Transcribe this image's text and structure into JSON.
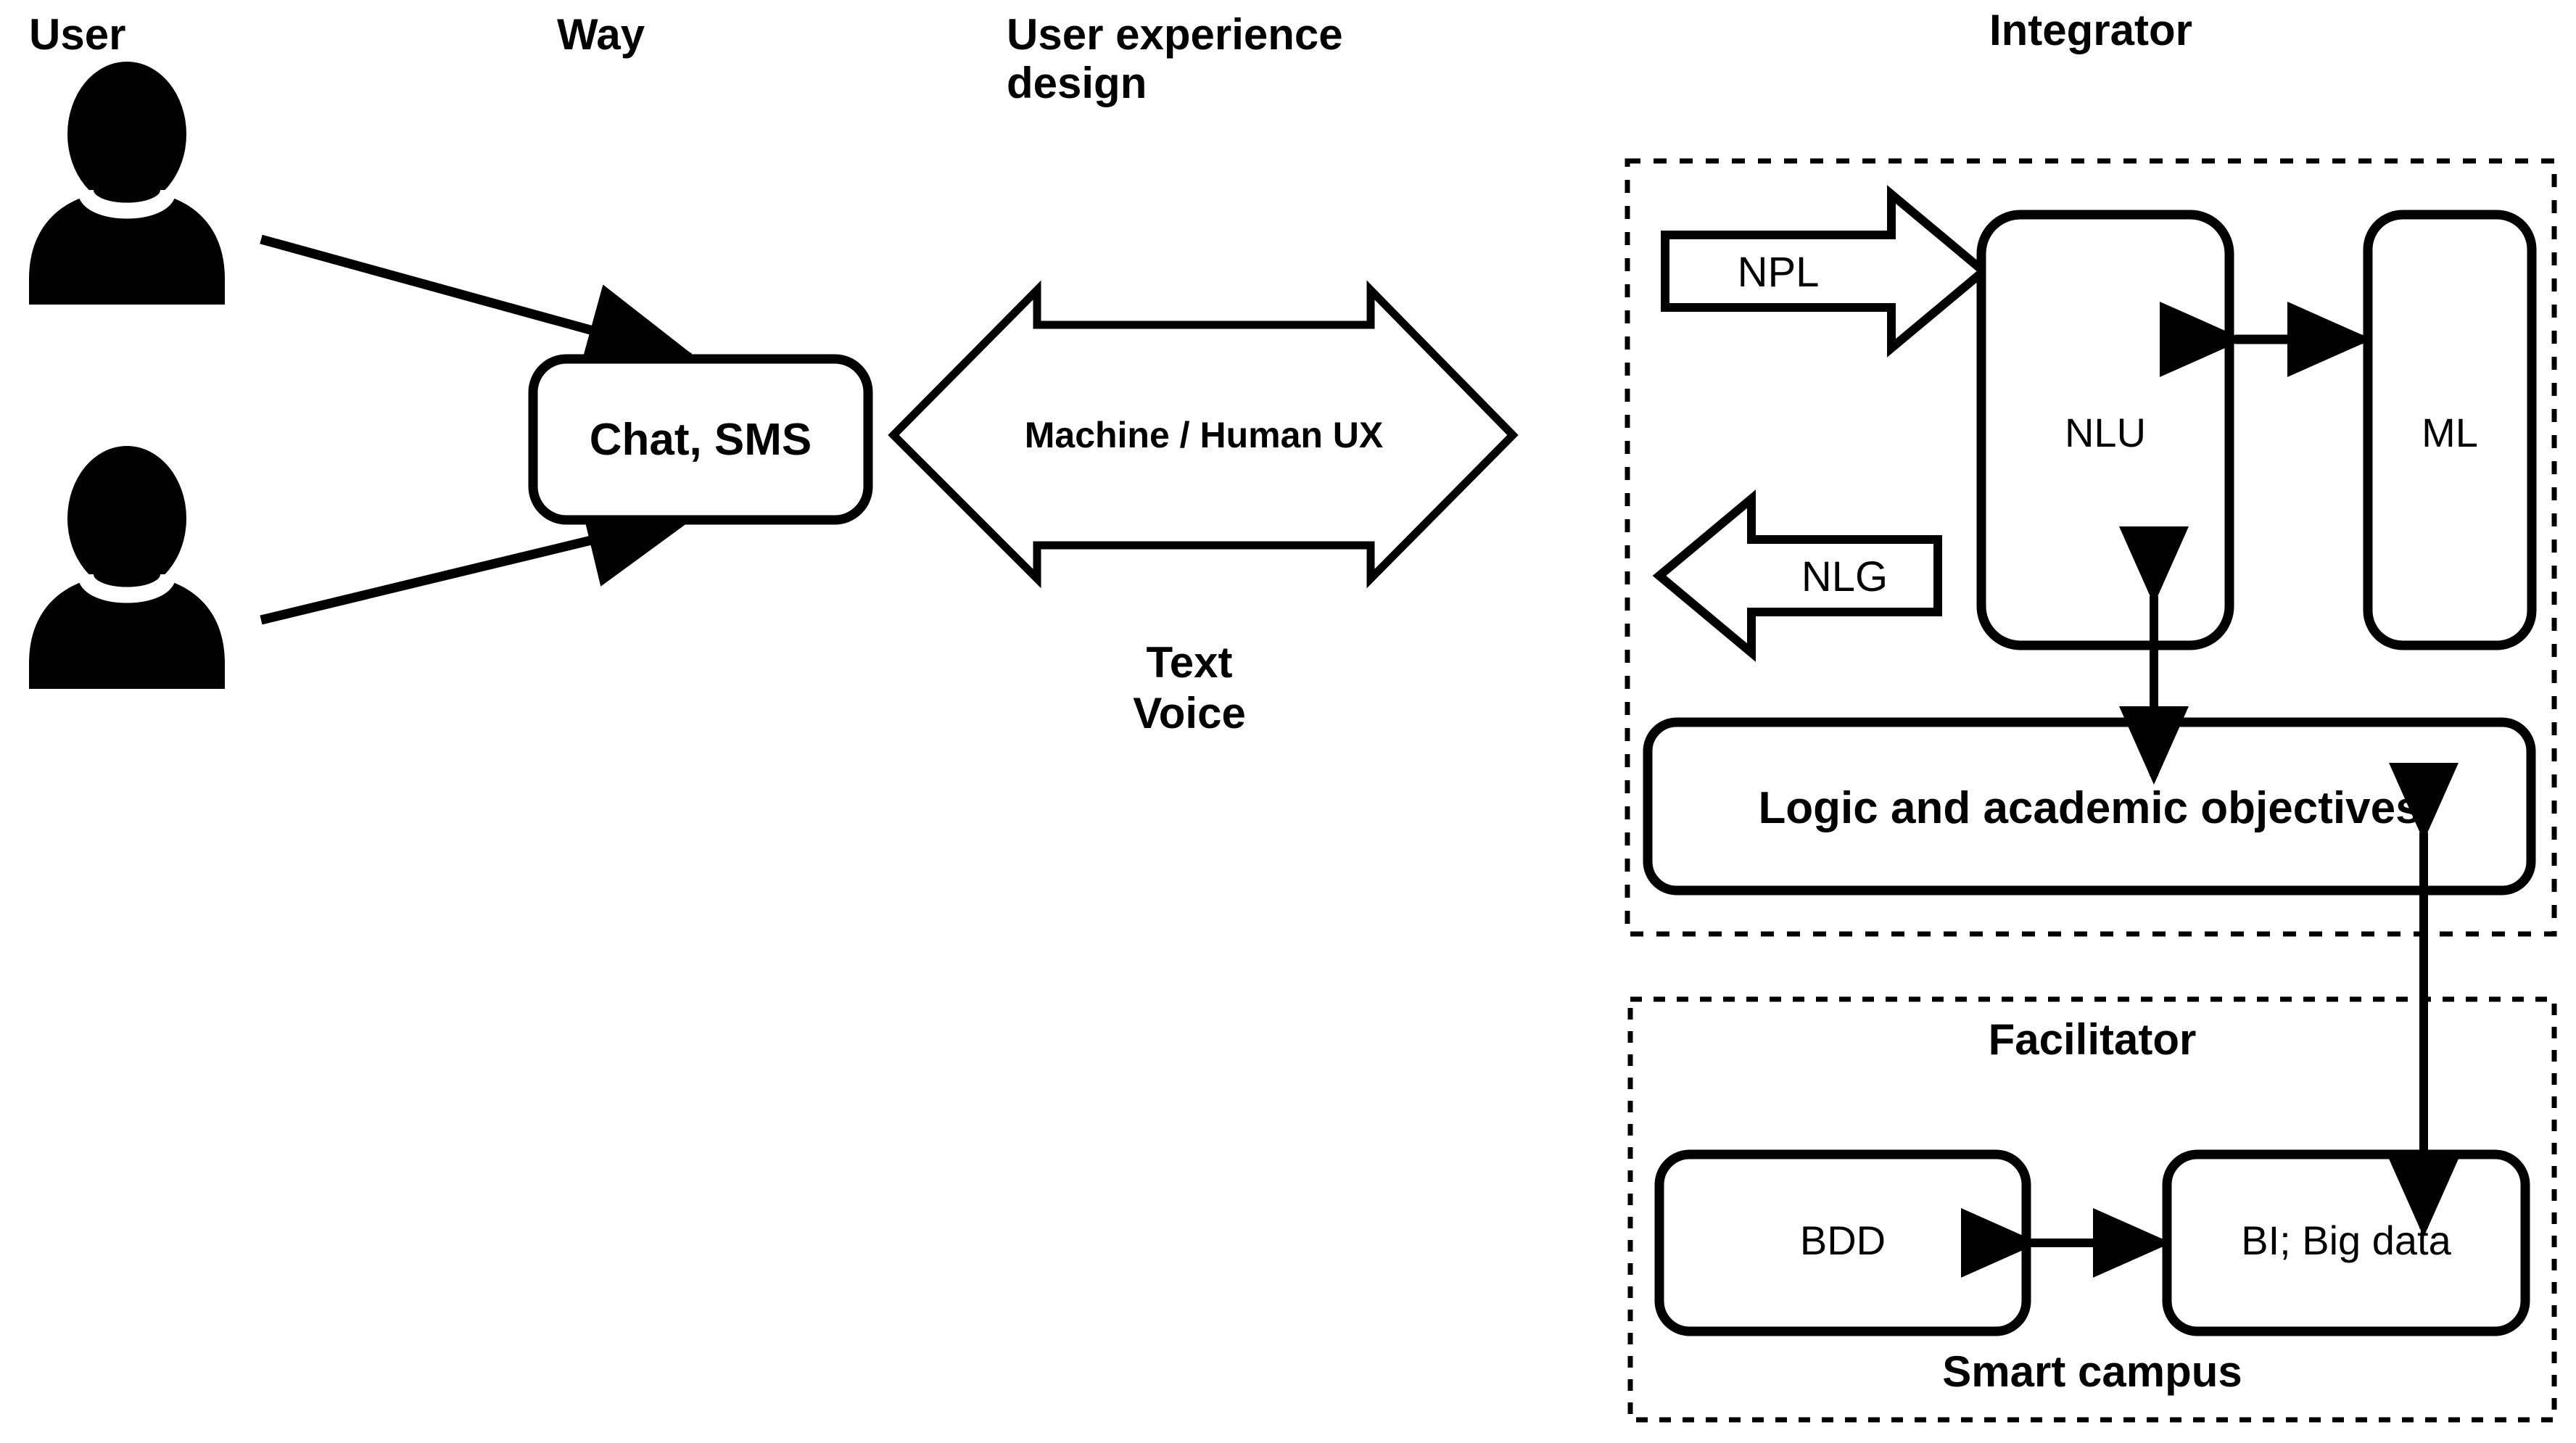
{
  "diagram": {
    "title_labels": {
      "user": "User",
      "way": "Way",
      "ux_design": "User experience design",
      "integrator": "Integrator",
      "facilitator": "Facilitator",
      "smart_campus": "Smart campus"
    },
    "nodes": {
      "chat_sms": "Chat, SMS",
      "machine_human_ux": "Machine / Human UX",
      "text_voice": "Text\nVoice",
      "text": "Text",
      "voice": "Voice",
      "npl": "NPL",
      "nlg": "NLG",
      "nlu": "NLU",
      "ml": "ML",
      "logic_objectives": "Logic and academic objectives",
      "bdd": "BDD",
      "bi_big_data": "BI; Big data"
    },
    "icons": {
      "user_top": "person-icon",
      "user_bottom": "person-icon"
    },
    "colors": {
      "stroke": "#000000",
      "fill": "#ffffff",
      "text": "#000000"
    }
  }
}
